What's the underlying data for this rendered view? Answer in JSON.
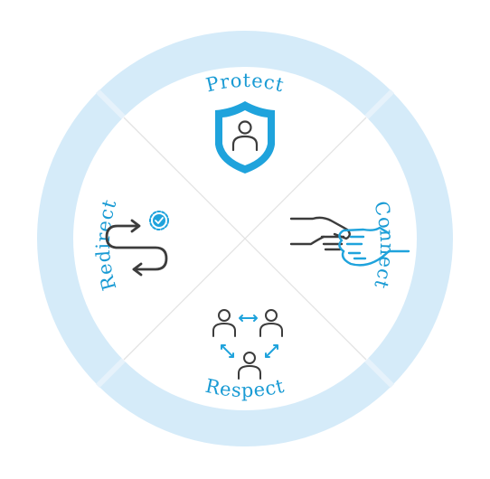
{
  "diagram": {
    "segments": [
      {
        "id": "protect",
        "label": "Protect",
        "icon": "shield-person-icon"
      },
      {
        "id": "connect",
        "label": "Connect",
        "icon": "handshake-icon"
      },
      {
        "id": "respect",
        "label": "Respect",
        "icon": "people-network-icon"
      },
      {
        "id": "redirect",
        "label": "Redirect",
        "icon": "redirect-path-icon"
      }
    ]
  },
  "colors": {
    "ring": "#d5ebf9",
    "ring_divider": "#e6f2fb",
    "accent": "#1fa3dc",
    "label": "#1a9bd4",
    "icon_dark": "#3c3c3c",
    "divider_line": "#e3e3e3",
    "background": "#ffffff"
  }
}
